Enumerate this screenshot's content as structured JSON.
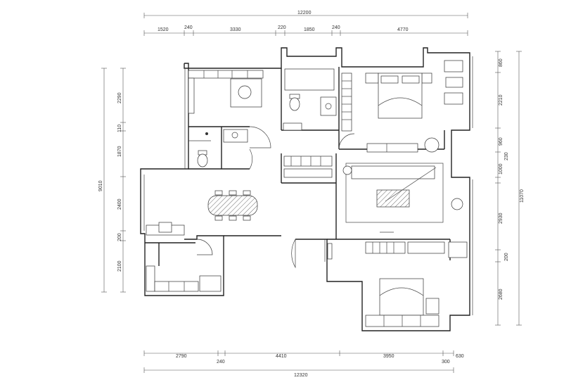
{
  "dimensions": {
    "top_total": "12200",
    "top_segments": [
      "1520",
      "240",
      "3330",
      "220",
      "1850",
      "240",
      "4770"
    ],
    "bottom_segments": [
      "2790",
      "240",
      "4410",
      "3950",
      "630",
      "300"
    ],
    "bottom_total": "12320",
    "left_total": "9010",
    "left_segments": [
      "2290",
      "110",
      "1870",
      "2400",
      "200",
      "2100"
    ],
    "right_total": "11070",
    "right_segments": [
      "860",
      "2210",
      "960",
      "1000",
      "230",
      "2930",
      "200",
      "2680"
    ]
  }
}
